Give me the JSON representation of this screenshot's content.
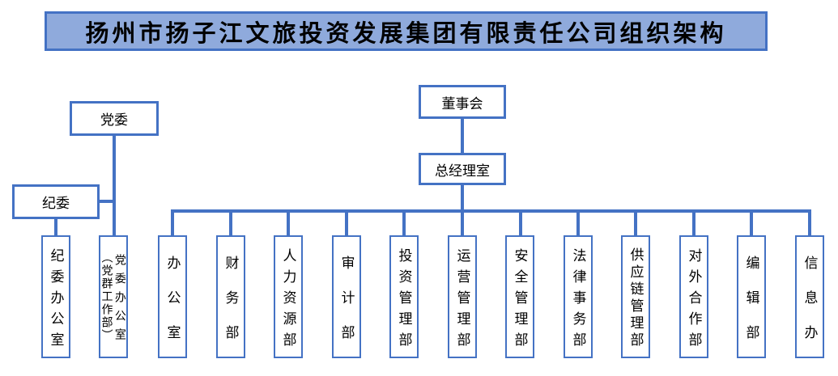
{
  "title": "扬州市扬子江文旅投资发展集团有限责任公司组织架构",
  "nodes": {
    "board": "董事会",
    "gm_office": "总经理室",
    "party_committee": "党委",
    "discipline_committee": "纪委"
  },
  "departments": [
    {
      "label": "纪委办公室"
    },
    {
      "label": "党委办公室",
      "sublabel": "（党群工作部）"
    },
    {
      "label": "办公室"
    },
    {
      "label": "财务部"
    },
    {
      "label": "人力资源部"
    },
    {
      "label": "审计部"
    },
    {
      "label": "投资管理部"
    },
    {
      "label": "运营管理部"
    },
    {
      "label": "安全管理部"
    },
    {
      "label": "法律事务部"
    },
    {
      "label": "供应链管理部"
    },
    {
      "label": "对外合作部"
    },
    {
      "label": "编辑部"
    },
    {
      "label": "信息办"
    }
  ],
  "colors": {
    "line": "#4472C4",
    "box_border": "#4472C4",
    "title_fill": "#8FAADC",
    "box_fill": "#FFFFFF",
    "text": "#000000"
  }
}
